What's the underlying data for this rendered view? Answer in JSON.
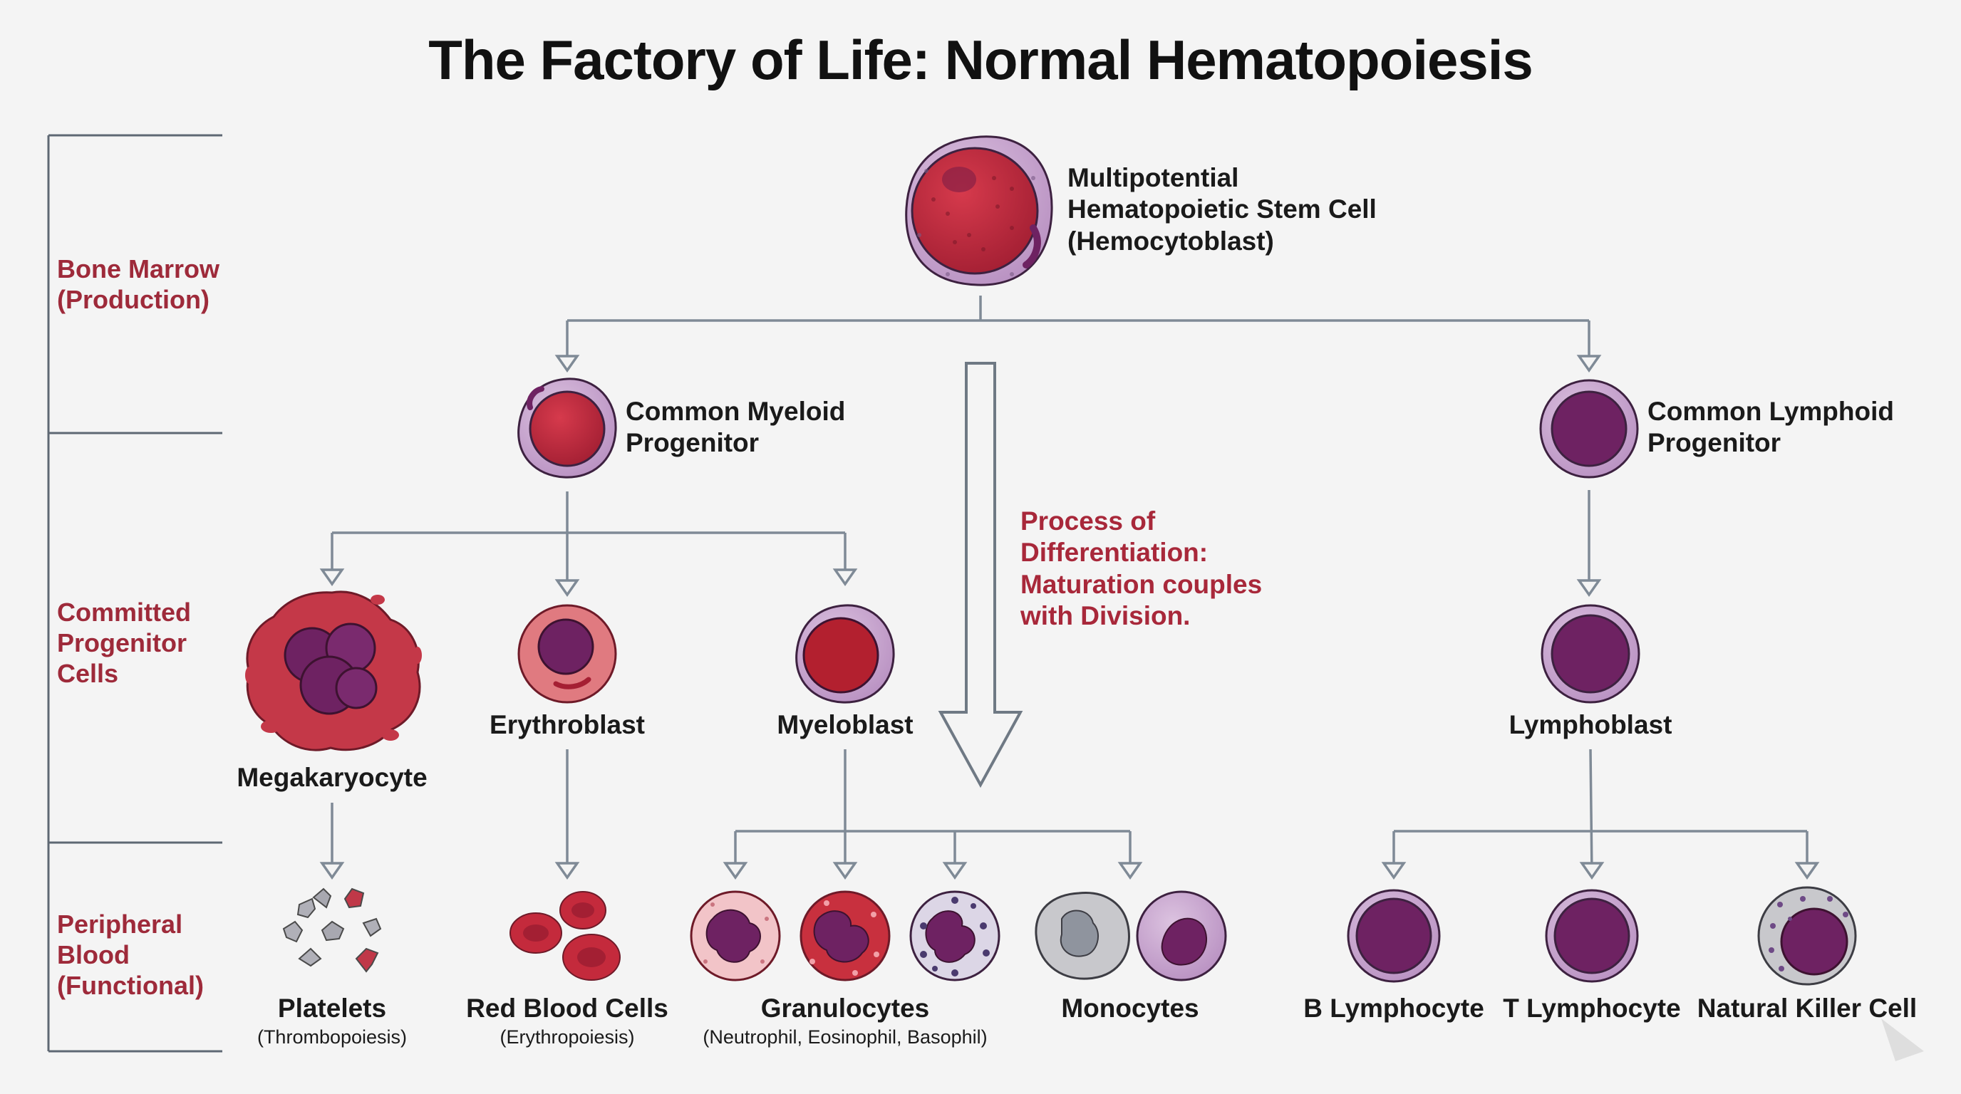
{
  "title": "The Factory of Life: Normal Hematopoiesis",
  "stages": {
    "bone_marrow": "Bone Marrow\n(Production)",
    "committed": "Committed\nProgenitor\nCells",
    "peripheral": "Peripheral\nBlood\n(Functional)"
  },
  "cells": {
    "stem_cell": "Multipotential\nHematopoietic Stem Cell\n(Hemocytoblast)",
    "myeloid_progenitor": "Common Myeloid\nProgenitor",
    "lymphoid_progenitor": "Common Lymphoid\nProgenitor",
    "megakaryocyte": "Megakaryocyte",
    "erythroblast": "Erythroblast",
    "myeloblast": "Myeloblast",
    "lymphoblast": "Lymphoblast",
    "platelets": "Platelets",
    "platelets_sub": "(Thrombopoiesis)",
    "red_blood_cells": "Red Blood Cells",
    "red_blood_cells_sub": "(Erythropoiesis)",
    "granulocytes": "Granulocytes",
    "granulocytes_sub": "(Neutrophil, Eosinophil, Basophil)",
    "monocytes": "Monocytes",
    "b_lymphocyte": "B Lymphocyte",
    "t_lymphocyte": "T Lymphocyte",
    "nk_cell": "Natural Killer Cell"
  },
  "differentiation_note": "Process of\nDifferentiation:\nMaturation couples\nwith Division.",
  "colors": {
    "accent_red": "#a8283a",
    "cell_red": "#c0283c",
    "nucleus_purple": "#6e2262",
    "membrane_lilac": "#c9a3cf",
    "connector": "#7f8a96"
  }
}
